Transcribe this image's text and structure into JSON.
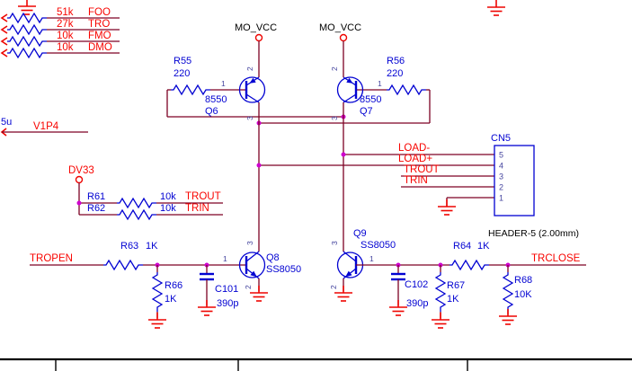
{
  "colors": {
    "wire": "#7d0224",
    "component": "#0202d2",
    "net_label": "#f80400",
    "junction": "#cf00cf",
    "ground": "#ee0400",
    "black_text": "#000000",
    "background": "#ffffff"
  },
  "bank": {
    "rows": [
      {
        "value": "51k",
        "net": "FOO"
      },
      {
        "value": "27k",
        "net": "TRO"
      },
      {
        "value": "10k",
        "net": "FMO"
      },
      {
        "value": "10k",
        "net": "DMO"
      }
    ]
  },
  "rail": {
    "cap_value": "5u",
    "net": "V1P4"
  },
  "power": {
    "net1": "MO_VCC",
    "net2": "MO_VCC",
    "dv": "DV33"
  },
  "latch": {
    "r55_ref": "R55",
    "r55_val": "220",
    "r56_ref": "R56",
    "r56_val": "220",
    "q6_val": "8550",
    "q6_ref": "Q6",
    "q7_val": "8550",
    "q7_ref": "Q7"
  },
  "mid": {
    "r61_ref": "R61",
    "r61_val": "10k",
    "r61_net": "TROUT",
    "r62_ref": "R62",
    "r62_val": "10k",
    "r62_net": "TRIN"
  },
  "conn": {
    "ref": "CN5",
    "pin5": "5",
    "pin4": "4",
    "pin3": "3",
    "pin2": "2",
    "pin1": "1",
    "net_load_minus": "LOAD-",
    "net_load_plus": "LOAD+",
    "net_trout": "TROUT",
    "net_trin": "TRIN",
    "footprint": "HEADER-5 (2.00mm)"
  },
  "drv": {
    "tropen": "TROPEN",
    "trclose": "TRCLOSE",
    "r63_ref": "R63",
    "r63_val": "1K",
    "r64_ref": "R64",
    "r64_val": "1K",
    "r66_ref": "R66",
    "r66_val": "1K",
    "r67_ref": "R67",
    "r67_val": "1K",
    "r68_ref": "R68",
    "r68_val": "10K",
    "c101_ref": "C101",
    "c101_val": "390p",
    "c102_ref": "C102",
    "c102_val": "390p",
    "q8_ref": "Q8",
    "q8_val": "SS8050",
    "q9_ref": "Q9",
    "q9_val": "SS8050"
  },
  "pin_numbers": {
    "one": "1",
    "two": "2",
    "three": "3"
  }
}
